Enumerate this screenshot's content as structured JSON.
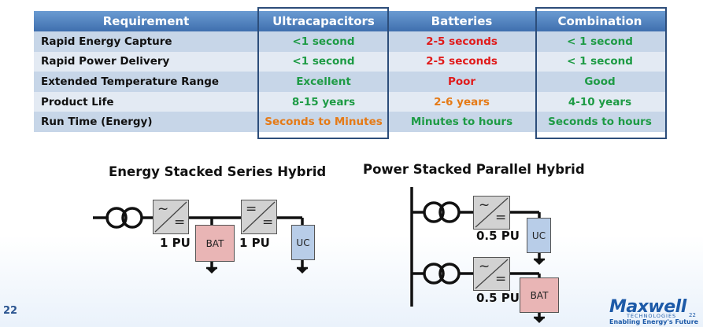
{
  "table": {
    "headers": [
      "Requirement",
      "Ultracapacitors",
      "Batteries",
      "Combination"
    ],
    "rows": [
      {
        "label": "Rapid Energy Capture",
        "ultra": "<1 second",
        "batt": "2-5 seconds",
        "combo": "< 1 second"
      },
      {
        "label": "Rapid Power Delivery",
        "ultra": "<1 second",
        "batt": "2-5 seconds",
        "combo": "< 1 second"
      },
      {
        "label": "Extended Temperature Range",
        "ultra": "Excellent",
        "batt": "Poor",
        "combo": "Good"
      },
      {
        "label": "Product Life",
        "ultra": "8-15 years",
        "batt": "2-6 years",
        "combo": "4-10 years"
      },
      {
        "label": "Run Time (Energy)",
        "ultra": "Seconds to Minutes",
        "batt": "Minutes to hours",
        "combo": "Seconds to hours"
      }
    ],
    "colors": {
      "good": "#1e9b45",
      "bad": "#e01b1b",
      "medium": "#e57a16",
      "header": "#4a7cbf"
    }
  },
  "series_hybrid": {
    "title": "Energy Stacked Series Hybrid",
    "converter1_rating": "1 PU",
    "converter2_rating": "1 PU",
    "battery_label": "BAT",
    "ultracap_label": "UC",
    "ac_symbol": "~",
    "dc_symbol": "="
  },
  "parallel_hybrid": {
    "title": "Power Stacked Parallel Hybrid",
    "converter1_rating": "0.5 PU",
    "converter2_rating": "0.5 PU",
    "ultracap_label": "UC",
    "battery_label": "BAT",
    "ac_symbol": "~",
    "dc_symbol": "="
  },
  "footer": {
    "page_number": "22",
    "logo_name": "Maxwell",
    "logo_sub": "TECHNOLOGIES",
    "logo_tagline": "Enabling Energy's Future",
    "logo_page": "22"
  }
}
